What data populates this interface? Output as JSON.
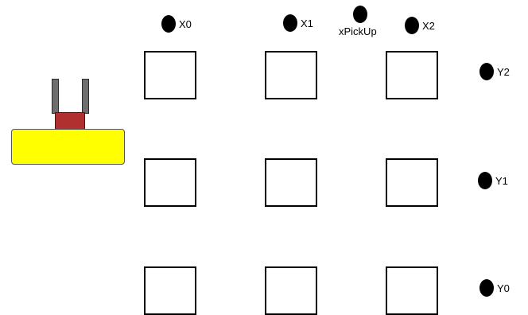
{
  "sensors": {
    "x0": {
      "label": "X0",
      "icon": "sensor-dot-icon"
    },
    "x1": {
      "label": "X1",
      "icon": "sensor-dot-icon"
    },
    "x2": {
      "label": "X2",
      "icon": "sensor-dot-icon"
    },
    "pickup": {
      "label": "xPickUp",
      "icon": "sensor-dot-icon"
    },
    "y0": {
      "label": "Y0",
      "icon": "sensor-dot-icon"
    },
    "y1": {
      "label": "Y1",
      "icon": "sensor-dot-icon"
    },
    "y2": {
      "label": "Y2",
      "icon": "sensor-dot-icon"
    }
  },
  "grid": {
    "rows": 3,
    "cols": 3
  },
  "colors": {
    "carriage": "#ffff00",
    "gripper_body": "#b03030",
    "gripper_fingers": "#6e6e6e",
    "sensor": "#000000"
  }
}
